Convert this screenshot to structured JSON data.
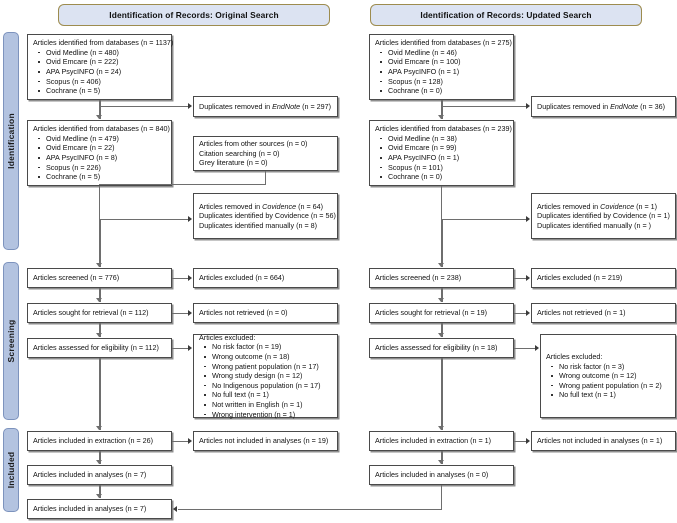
{
  "phases": [
    {
      "label": "Identification"
    },
    {
      "label": "Screening"
    },
    {
      "label": "Included"
    }
  ],
  "columns": {
    "original": {
      "header": "Identification of Records: Original Search",
      "identified": {
        "title": "Articles identified from databases (n = 1137)",
        "sources": [
          "Ovid Medline (n = 480)",
          "Ovid Emcare (n = 222)",
          "APA PsycINFO (n = 24)",
          "Scopus (n = 406)",
          "Cochrane (n = 5)"
        ]
      },
      "duplicates_endnote": {
        "pre": "Duplicates removed in ",
        "em": "EndNote",
        "post": " (n = 297)"
      },
      "after_dedup": {
        "title": "Articles identified from databases (n = 840)",
        "sources": [
          "Ovid Medline (n = 479)",
          "Ovid Emcare (n = 22)",
          "APA PsycINFO (n = 8)",
          "Scopus (n = 226)",
          "Cochrane (n = 5)"
        ]
      },
      "other_sources": [
        "Articles from other sources (n = 0)",
        "Citation searching (n = 0)",
        "Grey literature (n = 0)"
      ],
      "covidence": {
        "l1_pre": "Articles removed in ",
        "l1_em": "Covidence",
        "l1_post": " (n = 64)",
        "l2": "Duplicates identified by Covidence (n = 56)",
        "l3": "Duplicates identified manually (n = 8)"
      },
      "screened": "Articles screened (n = 776)",
      "excluded_screened": "Articles excluded (n = 664)",
      "sought": "Articles sought for retrieval (n = 112)",
      "not_retrieved": "Articles not retrieved (n = 0)",
      "assessed": "Articles assessed for eligibility (n = 112)",
      "excluded": {
        "title": "Articles excluded:",
        "reasons": [
          "No risk factor (n = 19)",
          "Wrong outcome (n = 18)",
          "Wrong patient population (n = 17)",
          "Wrong study design (n = 12)",
          "No Indigenous population (n = 17)",
          "No full text (n = 1)",
          "Not written in English (n = 1)",
          "Wrong intervention (n = 1)"
        ]
      },
      "extraction": "Articles included in extraction (n = 26)",
      "not_in_analyses": "Articles not included in analyses (n = 19)",
      "analyses": "Articles included in analyses (n = 7)",
      "final_analyses": "Articles included in analyses (n = 7)"
    },
    "updated": {
      "header": "Identification of Records: Updated Search",
      "identified": {
        "title": "Articles identified from databases (n = 275)",
        "sources": [
          "Ovid Medline (n = 46)",
          "Ovid Emcare (n = 100)",
          "APA PsycINFO (n = 1)",
          "Scopus (n = 128)",
          "Cochrane (n = 0)"
        ]
      },
      "duplicates_endnote": {
        "pre": "Duplicates removed in ",
        "em": "EndNote",
        "post": " (n = 36)"
      },
      "after_dedup": {
        "title": "Articles identified from databases (n = 239)",
        "sources": [
          "Ovid Medline (n = 38)",
          "Ovid Emcare (n = 99)",
          "APA PsycINFO (n = 1)",
          "Scopus (n = 101)",
          "Cochrane (n = 0)"
        ]
      },
      "covidence": {
        "l1_pre": "Articles removed in ",
        "l1_em": "Covidence",
        "l1_post": " (n = 1)",
        "l2": "Duplicates identified by Covidence (n = 1)",
        "l3": "Duplicates identified manually (n = )"
      },
      "screened": "Articles screened (n = 238)",
      "excluded_screened": "Articles excluded (n = 219)",
      "sought": "Articles sought for retrieval (n = 19)",
      "not_retrieved": "Articles not retrieved (n = 1)",
      "assessed": "Articles assessed for eligibility (n = 18)",
      "excluded": {
        "title": "Articles excluded:",
        "reasons": [
          "No risk factor (n = 3)",
          "Wrong outcome (n = 12)",
          "Wrong patient population (n = 2)",
          "No full text (n = 1)"
        ]
      },
      "extraction": "Articles included in extraction (n = 1)",
      "not_in_analyses": "Articles not included in analyses (n = 1)",
      "analyses": "Articles included in analyses (n = 0)"
    }
  },
  "colors": {
    "phase_fill": "#b3c3e0",
    "header_fill": "#dce3f2",
    "header_border": "#9d8c4f",
    "box_border": "#4a4a4a",
    "connector": "#6e6e6e"
  }
}
